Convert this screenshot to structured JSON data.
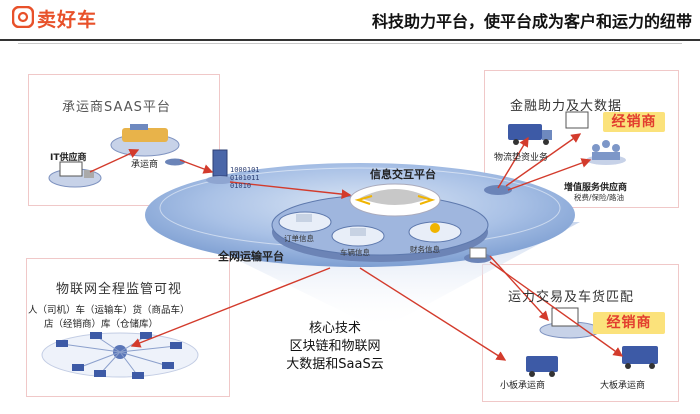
{
  "brand": {
    "name": "卖好车"
  },
  "title": "科技助力平台，使平台成为客户和运力的纽带",
  "panels": {
    "saas": {
      "title": "承运商SAAS平台",
      "it_supplier": "IT供应商",
      "carrier": "承运商"
    },
    "finance": {
      "title": "金融助力及大数据",
      "dealer": "经销商",
      "logistics": "物流垫资业务",
      "vas": "增值服务供应商",
      "vas_sub": "税费/保险/路油"
    },
    "iot": {
      "title": "物联网全程监管可视",
      "line1": "人（司机）车（运输车）货（商品车）",
      "line2": "店（经销商）库（仓储库）"
    },
    "trade": {
      "title": "运力交易及车货匹配",
      "dealer": "经销商",
      "small_carrier": "小板承运商",
      "large_carrier": "大板承运商"
    }
  },
  "center": {
    "exchange": "信息交互平台",
    "order": "订单信息",
    "vehicle": "车辆信息",
    "finance_info": "财务信息",
    "network": "全网运输平台"
  },
  "core": {
    "line1": "核心技术",
    "line2": "区块链和物联网",
    "line3": "大数据和SaaS云"
  },
  "binary": [
    "1000101",
    "0101011",
    "01010"
  ],
  "colors": {
    "brand": "#e8512a",
    "arrow": "#d33b2c",
    "dealer_bg": "#fbe27b",
    "dealer_text": "#e23d2e",
    "platform": "#8fb0dc"
  }
}
